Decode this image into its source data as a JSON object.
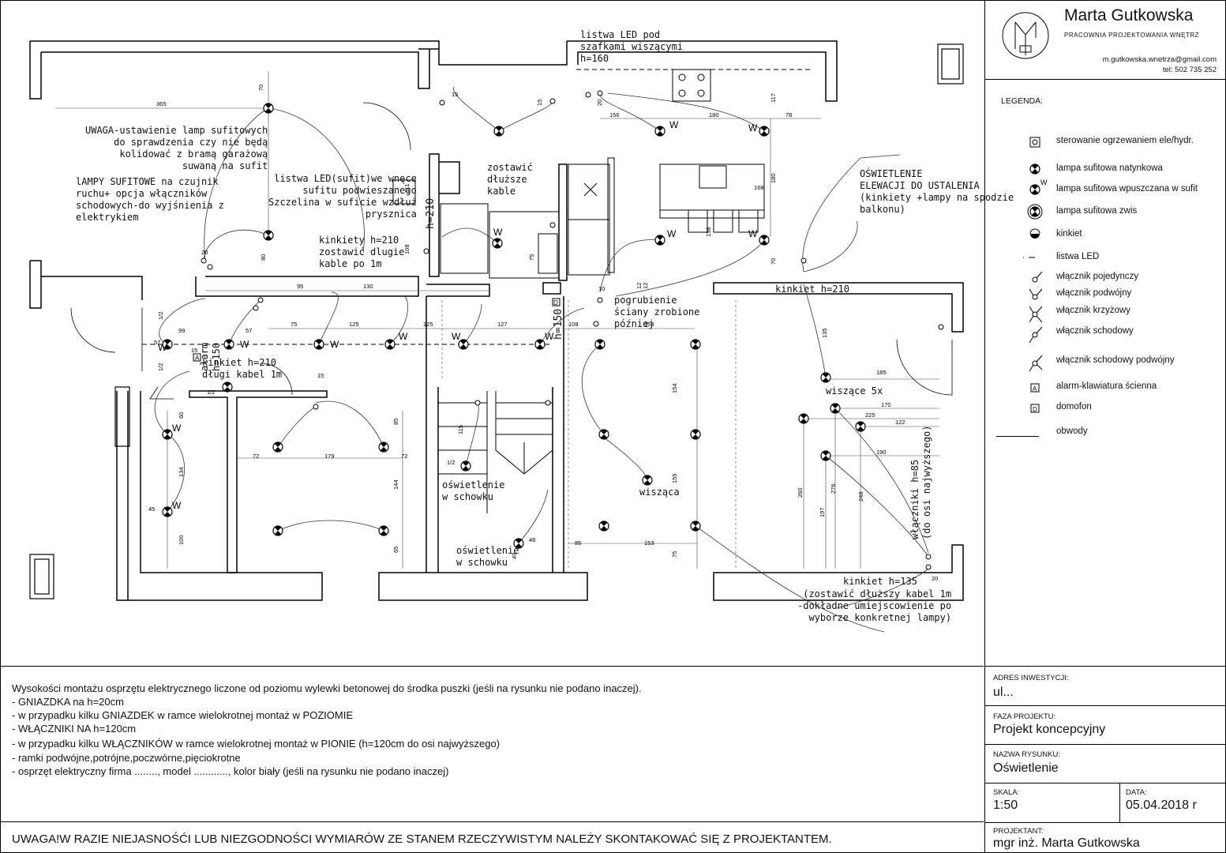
{
  "brand": {
    "name": "Marta Gutkowska",
    "subtitle": "PRACOWNIA PROJEKTOWANIA WNĘTRZ",
    "email": "m.gutkowska.wnetrza@gmail.com",
    "phone": "tel: 502 735 252"
  },
  "legend": {
    "title": "LEGENDA:",
    "items": [
      {
        "icon": "heating-control-icon",
        "label": "sterowanie ogrzewaniem ele/hydr."
      },
      {
        "icon": "surface-ceiling-lamp-icon",
        "label": "lampa sufitowa natynkowa"
      },
      {
        "icon": "recessed-ceiling-lamp-icon",
        "label": "lampa sufitowa wpuszczana w sufit",
        "mark": "W"
      },
      {
        "icon": "pendant-lamp-icon",
        "label": "lampa sufitowa zwis"
      },
      {
        "icon": "wall-lamp-icon",
        "label": "kinkiet"
      },
      {
        "icon": "led-strip-icon",
        "label": "listwa LED"
      },
      {
        "icon": "single-switch-icon",
        "label": "włącznik pojedynczy"
      },
      {
        "icon": "double-switch-icon",
        "label": "włącznik podwójny"
      },
      {
        "icon": "cross-switch-icon",
        "label": "włącznik krzyżowy"
      },
      {
        "icon": "stair-switch-icon",
        "label": "włącznik schodowy"
      },
      {
        "icon": "double-stair-switch-icon",
        "label": "włącznik schodowy podwójny"
      },
      {
        "icon": "alarm-keypad-icon",
        "label": "alarm-klawiatura ścienna",
        "mark": "A"
      },
      {
        "icon": "intercom-icon",
        "label": "domofon",
        "mark": "D"
      },
      {
        "icon": "circuit-line-icon",
        "label": "obwody"
      }
    ]
  },
  "notes": {
    "lines": [
      "Wysokości montażu osprzętu elektrycznego liczone od poziomu wylewki betonowej do środka puszki (jeśli na rysunku nie podano inaczej).",
      "- GNIAZDKA na h=20cm",
      "- w przypadku kilku GNIAZDEK w ramce wielokrotnej montaż w POZIOMIE",
      "- WŁĄCZNIKI NA h=120cm",
      "- w przypadku kilku WŁĄCZNIKÓW w ramce wielokrotnej montaż w PIONIE (h=120cm do osi najwyższego)",
      "- ramki podwójne,potrójne,poczwórne,pięciokrotne",
      "- osprzęt elektryczny firma ........, model ............, kolor biały (jeśli na rysunku nie podano inaczej)"
    ],
    "warning": "UWAGA!W RAZIE NIEJASNOŚĆI LUB NIEZGODNOŚCI WYMIARÓW ZE STANEM RZECZYWISTYM NALEŻY SKONTAKOWAĆ SIĘ Z PROJEKTANTEM."
  },
  "title_block": {
    "address_label": "ADRES INWESTYCJI:",
    "address_value": "ul...",
    "phase_label": "FAZA PROJEKTU:",
    "phase_value": "Projekt koncepcyjny",
    "drawing_label": "NAZWA RYSUNKU:",
    "drawing_value": "Oświetlenie",
    "scale_label": "SKALA:",
    "scale_value": "1:50",
    "date_label": "DATA:",
    "date_value": "05.04.2018 r",
    "designer_label": "PROJEKTANT:",
    "designer_value": "mgr inż. Marta Gutkowska"
  },
  "plan": {
    "annotations": {
      "led_kitchen": "listwa LED pod\nszafkami wiszącymi\nh=160",
      "garage_warning": "UWAGA-ustawienie lamp sufitowych\ndo sprawdzenia czy nie będą\nkolidować z bramą garażową\nsuwaną na sufit",
      "stair_lamps": "lAMPY SUFITOWE na czujnik\nruchu+ opcja włączników\nschodowych-do wyjśnienia z\nelektrykiem",
      "led_ceiling": "listwa LED(sufit)we wnęce\nsufitu podwieszanego\nSzczelina w suficie wzdłuż\nprysznica",
      "leave_cables": "zostawić\ndłuższe\nkable",
      "wall_lamps_bath": "kinkiety h=210\nzostawić dlugie\nkable po 1m",
      "terrace_light": "OŚWIETLENIE\nELEWACJI DO USTALENIA\n(kinkiety +lampy na spodzie\nbalkonu)",
      "wall_lamp_210": "kinkiet h=210",
      "wall_thickening": "pogrubienie\nściany zrobione\npóźniej",
      "alarm_label": "alarm\nh=150",
      "wall_lamp_hall": "kinkiet h=210\ndługi kabel 1m",
      "pendants_5x": "wiszące 5x",
      "storage_light_1": "oświetlenie\nw schowku",
      "storage_light_2": "oświetlenie\nw schowku",
      "pendant": "wisząca",
      "switches_85": "włączniki h=85\n(do osi najwyższego)",
      "wall_lamp_135": "kinkiet h=135",
      "longer_cable": "(zostawić dłuższy kabel 1m\n-dokładne umiejscowienie po\nwyborze konkretnej lampy)",
      "h150": "h=150",
      "h210": "h=210"
    },
    "dimensions": [
      "365",
      "70",
      "80",
      "156",
      "180",
      "78",
      "117",
      "168",
      "180",
      "156",
      "70",
      "95",
      "130",
      "75",
      "125",
      "125",
      "127",
      "108",
      "153",
      "185",
      "170",
      "225",
      "122",
      "190",
      "154",
      "155",
      "75",
      "153",
      "85",
      "135",
      "260",
      "197",
      "276",
      "248",
      "99",
      "57",
      "57",
      "72",
      "179",
      "72",
      "85",
      "144",
      "65",
      "60",
      "134",
      "100",
      "45",
      "115",
      "48",
      "49",
      "20",
      "15",
      "20",
      "10",
      "12",
      "12",
      "108",
      "75",
      "111"
    ]
  }
}
